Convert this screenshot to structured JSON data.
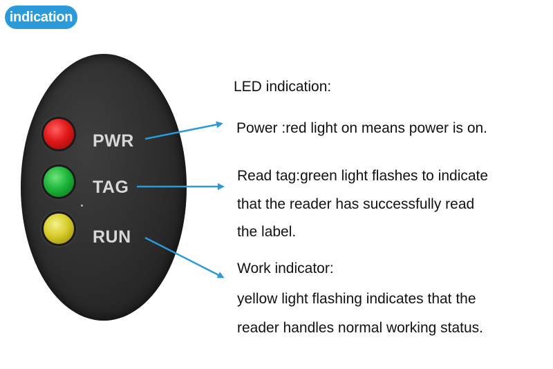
{
  "badge": {
    "label": "indication"
  },
  "panel": {
    "labels": {
      "pwr": "PWR",
      "tag": "TAG",
      "run": "RUN"
    }
  },
  "description": {
    "heading": "LED indication:",
    "power": "Power :red light on means power is on.",
    "read_tag": [
      "Read tag:green light flashes to indicate",
      "that the reader has successfully read",
      "the label."
    ],
    "work": [
      "Work indicator:",
      "yellow light flashing indicates that the",
      "reader handles normal working status."
    ]
  },
  "colors": {
    "badge": "#2a9bd8",
    "arrow": "#2a9bd8",
    "led_red": "#e01818",
    "led_green": "#1db63a",
    "led_yellow": "#d8cc2a"
  },
  "icons": [
    "arrow-pwr-icon",
    "arrow-tag-icon",
    "arrow-run-icon"
  ]
}
